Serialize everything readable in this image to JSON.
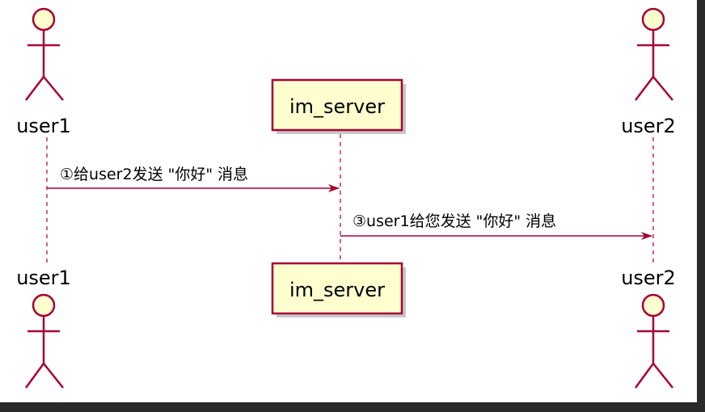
{
  "diagram": {
    "participants": [
      {
        "id": "user1",
        "label": "user1",
        "kind": "actor"
      },
      {
        "id": "im_server",
        "label": "im_server",
        "kind": "participant"
      },
      {
        "id": "user2",
        "label": "user2",
        "kind": "actor"
      }
    ],
    "messages": [
      {
        "from": "user1",
        "to": "im_server",
        "label": "①给user2发送 \"你好\" 消息"
      },
      {
        "from": "im_server",
        "to": "user2",
        "label": "③user1给您发送 \"你好\" 消息"
      }
    ],
    "colors": {
      "actor_fill": "#FEFECE",
      "stroke": "#A80036",
      "box_fill": "#FEFECE",
      "shadow": "#c8c8c8",
      "frame": "#2b2b2b"
    }
  }
}
